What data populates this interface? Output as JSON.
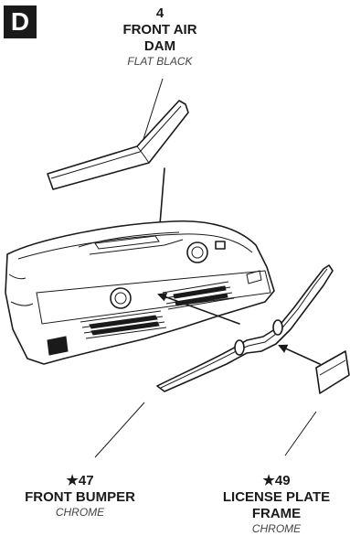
{
  "figure": {
    "section_letter": "D"
  },
  "parts": [
    {
      "number": "4",
      "name_line1": "FRONT AIR",
      "name_line2": "DAM",
      "finish": "FLAT BLACK"
    },
    {
      "number": "★47",
      "name_line1": "FRONT BUMPER",
      "name_line2": "",
      "finish": "CHROME"
    },
    {
      "number": "★49",
      "name_line1": "LICENSE PLATE",
      "name_line2": "FRAME",
      "finish": "CHROME"
    }
  ],
  "colors": {
    "ink": "#1a1a1a",
    "background": "#ffffff"
  },
  "icons": [
    "arrow-icon"
  ]
}
